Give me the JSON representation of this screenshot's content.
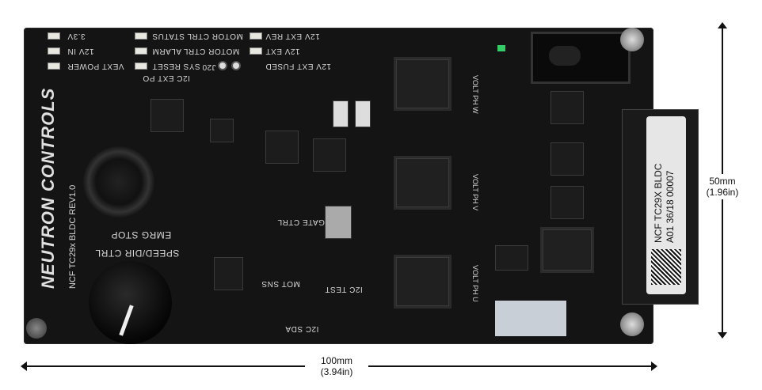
{
  "dimensions": {
    "height_mm": "50mm",
    "height_in": "(1.96in)",
    "width_mm": "100mm",
    "width_in": "(3.94in)"
  },
  "board": {
    "logo": "NEUTRON CONTROLS",
    "label": {
      "line1": "NCF TC29X BLDC",
      "line2": "A01 36/18 00007"
    },
    "silkscreen": {
      "led_3v3": "3.3V",
      "led_12v_in": "12V IN",
      "led_vext": "VEXT POWER",
      "motor_status": "MOTOR CTRL STATUS",
      "motor_alarm": "MOTOR CTRL ALARM",
      "sys_reset": "SYS RESET",
      "ext_rev": "12V EXT REV",
      "ext": "12V EXT",
      "ext_fused": "12V EXT FUSED",
      "i2c_ext": "I2C EXT PO",
      "j20": "J20",
      "rev": "NCF TC29x BLDC REV1.0",
      "emrg": "EMRG STOP",
      "speed": "SPEED/DIR CTRL",
      "gate": "GATE CTRL",
      "mot_sns": "MOT SNS",
      "i2c_test": "I2C TEST",
      "i2c_sda": "I2C SDA",
      "volt_ph_u": "VOLT PH U",
      "volt_ph_v": "VOLT PH V",
      "volt_ph_w": "VOLT PH W"
    }
  },
  "colors": {
    "pcb": "#141414",
    "silkscreen": "#d8d8d8",
    "label": "#e6e6e6"
  }
}
